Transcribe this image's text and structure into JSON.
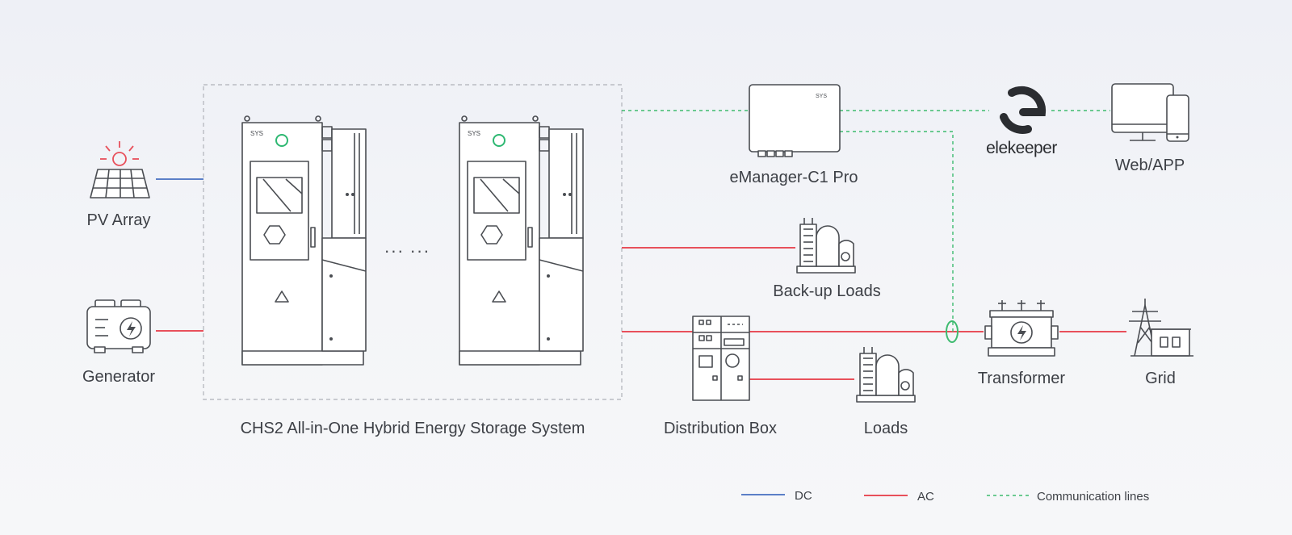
{
  "labels": {
    "pv_array": "PV Array",
    "generator": "Generator",
    "system": "CHS2 All-in-One Hybrid Energy Storage System",
    "emanager": "eManager-C1 Pro",
    "brand": "elekeeper",
    "web_app": "Web/APP",
    "backup_loads": "Back-up Loads",
    "distribution_box": "Distribution Box",
    "loads": "Loads",
    "transformer": "Transformer",
    "grid": "Grid",
    "ellipsis": "··· ···"
  },
  "legend": {
    "dc": "DC",
    "ac": "AC",
    "comm": "Communication lines"
  },
  "colors": {
    "dc": "#5b7fc7",
    "ac": "#e8505b",
    "comm": "#3dbb6f",
    "equipment": "#4a4d52",
    "label": "#3d4046",
    "status_led": "#2eb872"
  },
  "icons": [
    "solar-panel-icon",
    "generator-icon",
    "storage-cabinet-icon",
    "controller-icon",
    "brand-logo-icon",
    "monitor-phone-icon",
    "load-building-icon",
    "distribution-box-icon",
    "transformer-icon",
    "power-tower-icon"
  ]
}
